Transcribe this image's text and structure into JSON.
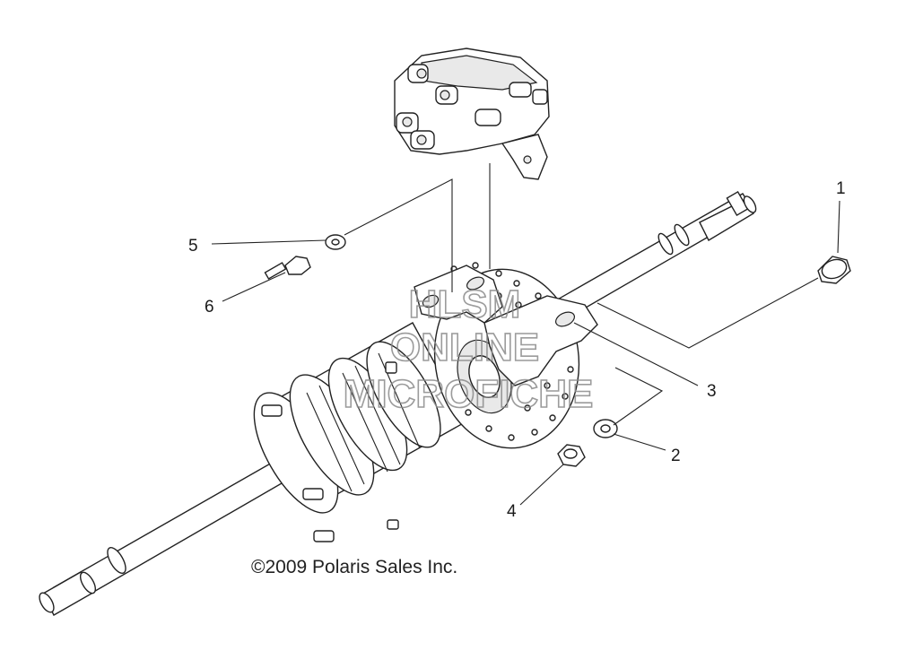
{
  "diagram": {
    "callouts": [
      {
        "id": "1",
        "label": "1"
      },
      {
        "id": "2",
        "label": "2"
      },
      {
        "id": "3",
        "label": "3"
      },
      {
        "id": "4",
        "label": "4"
      },
      {
        "id": "5",
        "label": "5"
      },
      {
        "id": "6",
        "label": "6"
      }
    ],
    "copyright": "©2009 Polaris Sales Inc.",
    "watermark": {
      "line1": "HLSM",
      "line2": "ONLINE",
      "line3": "MICROFICHE",
      "color": "#8a8a8a"
    }
  }
}
